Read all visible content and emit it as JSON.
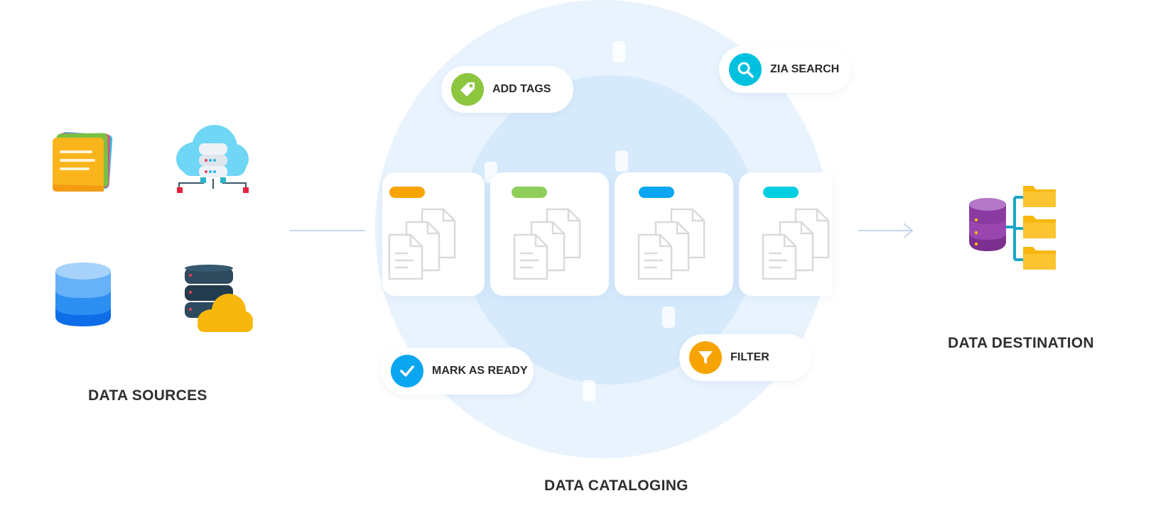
{
  "sources": {
    "label": "DATA SOURCES",
    "icons": [
      "sticky-notes-icon",
      "cloud-server-icon",
      "database-icon",
      "cloud-database-icon"
    ]
  },
  "cataloging": {
    "label": "DATA CATALOGING",
    "actions": {
      "add_tags": {
        "label": "ADD TAGS",
        "icon": "tag-icon",
        "color": "#8cc63f"
      },
      "zia_search": {
        "label": "ZIA SEARCH",
        "icon": "search-icon",
        "color": "#00c0e0"
      },
      "mark_ready": {
        "label": "MARK AS READY",
        "icon": "check-icon",
        "color": "#0aa6f0"
      },
      "filter": {
        "label": "FILTER",
        "icon": "filter-icon",
        "color": "#f7a400"
      }
    },
    "cards": [
      {
        "tag_color": "#f7a400"
      },
      {
        "tag_color": "#8fce5a"
      },
      {
        "tag_color": "#0aa6f0"
      },
      {
        "tag_color": "#00cfe0"
      }
    ]
  },
  "destination": {
    "label": "DATA DESTINATION",
    "icon": "database-folders-icon"
  }
}
